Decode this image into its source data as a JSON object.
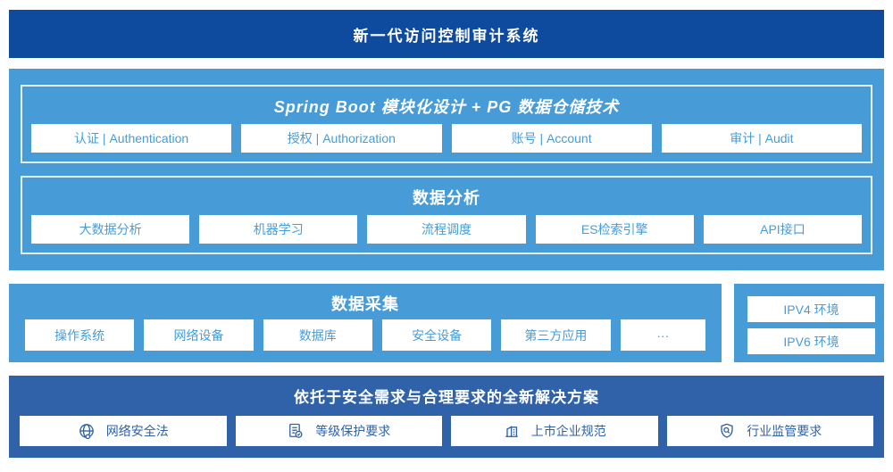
{
  "banner": {
    "title": "新一代访问控制审计系统"
  },
  "platform": {
    "springboot": {
      "title": "Spring Boot 模块化设计 + PG 数据仓储技术",
      "modules": [
        {
          "label": "认证 | Authentication"
        },
        {
          "label": "授权 | Authorization"
        },
        {
          "label": "账号 | Account"
        },
        {
          "label": "审计 | Audit"
        }
      ]
    },
    "analysis": {
      "title": "数据分析",
      "modules": [
        {
          "label": "大数据分析"
        },
        {
          "label": "机器学习"
        },
        {
          "label": "流程调度"
        },
        {
          "label": "ES检索引擎"
        },
        {
          "label": "API接口"
        }
      ]
    }
  },
  "collection": {
    "title": "数据采集",
    "sources": [
      {
        "label": "操作系统"
      },
      {
        "label": "网络设备"
      },
      {
        "label": "数据库"
      },
      {
        "label": "安全设备"
      },
      {
        "label": "第三方应用"
      },
      {
        "label": "···"
      }
    ]
  },
  "environments": {
    "items": [
      {
        "label": "IPV4 环境"
      },
      {
        "label": "IPV6 环境"
      }
    ]
  },
  "solution": {
    "title": "依托于安全需求与合理要求的全新解决方案",
    "items": [
      {
        "label": "网络安全法",
        "icon": "globe-icon"
      },
      {
        "label": "等级保护要求",
        "icon": "document-check-icon"
      },
      {
        "label": "上市企业规范",
        "icon": "building-icon"
      },
      {
        "label": "行业监管要求",
        "icon": "shield-search-icon"
      }
    ]
  },
  "colors": {
    "banner_blue": "#0E4A9D",
    "light_blue": "#479CD8",
    "solution_blue": "#2F62A8",
    "box_bg": "#FFFFFF"
  }
}
